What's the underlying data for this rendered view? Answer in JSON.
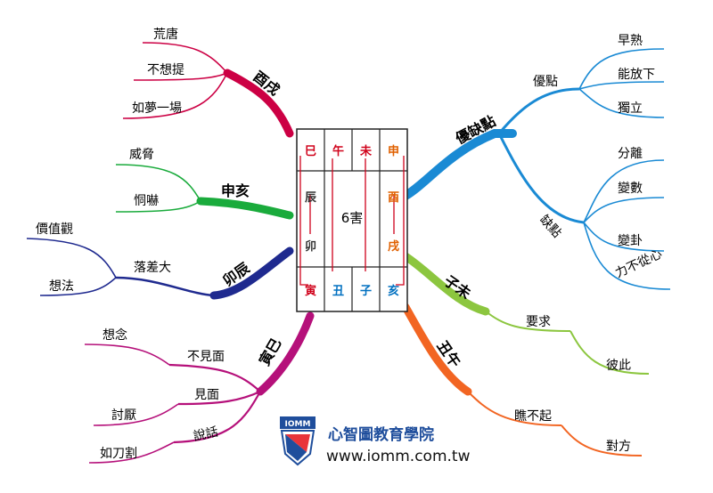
{
  "center": {
    "label": "6害",
    "top_row": [
      {
        "text": "巳",
        "color": "#d0021b"
      },
      {
        "text": "午",
        "color": "#d0021b"
      },
      {
        "text": "未",
        "color": "#d0021b"
      },
      {
        "text": "申",
        "color": "#e06000"
      }
    ],
    "left_col": [
      {
        "text": "辰",
        "color": "#333333"
      },
      {
        "text": "卯",
        "color": "#333333"
      }
    ],
    "right_col": [
      {
        "text": "酉",
        "color": "#e06000"
      },
      {
        "text": "戌",
        "color": "#e06000"
      }
    ],
    "bottom_row": [
      {
        "text": "寅",
        "color": "#d0021b"
      },
      {
        "text": "丑",
        "color": "#0070c0"
      },
      {
        "text": "子",
        "color": "#0070c0"
      },
      {
        "text": "亥",
        "color": "#0070c0"
      }
    ]
  },
  "branches": {
    "youque": {
      "label": "優缺點",
      "color": "#1a8ad4",
      "youdian": {
        "label": "優點",
        "children": [
          "早熟",
          "能放下",
          "獨立"
        ]
      },
      "quedian": {
        "label": "缺點",
        "children": [
          "分離",
          "變數",
          "變卦",
          "力不從心"
        ]
      }
    },
    "ziwei": {
      "label": "子未",
      "color": "#8cc63f",
      "children": [
        "要求",
        "彼此"
      ]
    },
    "chouwu": {
      "label": "丑午",
      "color": "#f26522",
      "children": [
        "瞧不起",
        "對方"
      ]
    },
    "youxu": {
      "label": "酉戌",
      "color": "#cc0044",
      "children": [
        "荒唐",
        "不想提",
        "如夢一場"
      ]
    },
    "shenhai": {
      "label": "申亥",
      "color": "#1aab3c",
      "children": [
        "威脅",
        "恫嚇"
      ]
    },
    "maochen": {
      "label": "卯辰",
      "color": "#1f2a8f",
      "sub": {
        "label": "落差大",
        "children": [
          "價值觀",
          "想法"
        ]
      }
    },
    "yinsi": {
      "label": "寅巳",
      "color": "#b5107a",
      "items": [
        {
          "label": "不見面",
          "children": [
            "想念"
          ]
        },
        {
          "label": "見面",
          "children": [
            "討厭"
          ]
        },
        {
          "label": "說話",
          "children": [
            "如刀割"
          ]
        }
      ]
    }
  },
  "logo": {
    "title": "心智圖教育學院",
    "url": "www.iomm.com.tw",
    "title_color": "#1f4e9c"
  }
}
